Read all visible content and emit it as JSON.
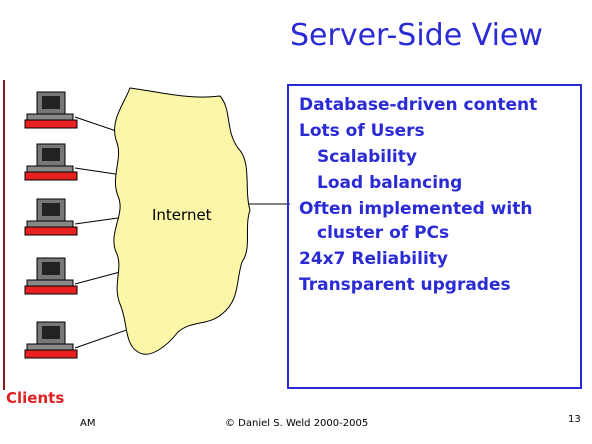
{
  "title": "Server-Side View",
  "bullets": [
    "Database-driven content",
    "Lots of Users",
    "Scalability",
    "Load balancing",
    "Often implemented with",
    "cluster of PCs",
    "24x7 Reliability",
    "Transparent upgrades"
  ],
  "internet_label": "Internet",
  "clients_label": "Clients",
  "footer": {
    "left": "AM",
    "center": "© Daniel S. Weld 2000-2005",
    "page_number": "13"
  },
  "colors": {
    "title": "#2b2bd6",
    "clients": "#e02020",
    "cloud": "#fbf6a8",
    "computer_base": "#e82020"
  }
}
